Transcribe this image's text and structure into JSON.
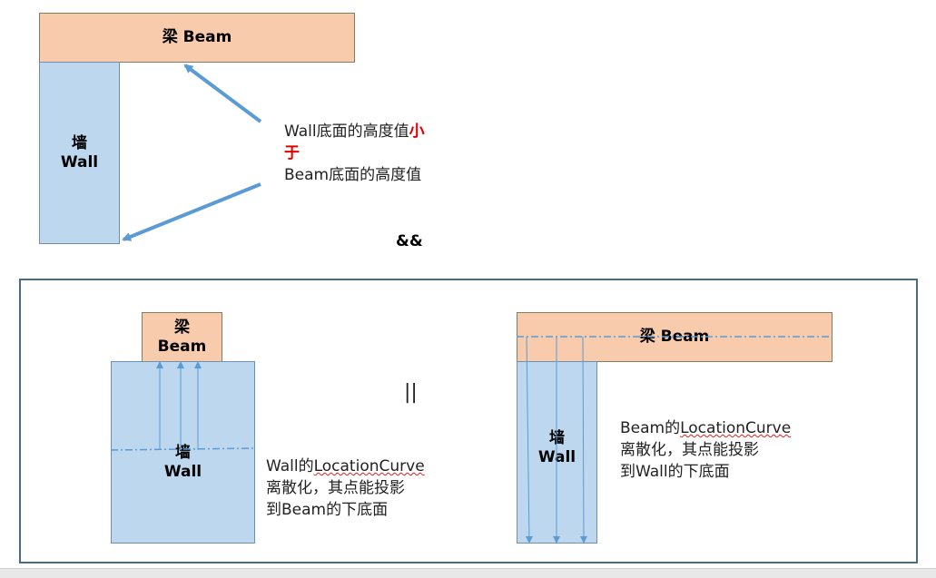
{
  "top_diagram": {
    "beam_label": "梁 Beam",
    "wall_label_cn": "墙",
    "wall_label_en": "Wall",
    "note_line1_prefix": "Wall底面的高度值",
    "note_line1_emph": "小",
    "note_line2": "于",
    "note_line3": "Beam底面的高度值"
  },
  "connector": "&&",
  "or_symbol": "||",
  "left_case": {
    "beam_label_cn": "梁",
    "beam_label_en": "Beam",
    "wall_label_cn": "墙",
    "wall_label_en": "Wall",
    "note_line1_prefix": "Wall的",
    "note_line1_term": "LocationCurve",
    "note_line2": "离散化，其点能投影",
    "note_line3": "到Beam的下底面"
  },
  "right_case": {
    "beam_label": "梁 Beam",
    "wall_label_cn": "墙",
    "wall_label_en": "Wall",
    "note_line1_prefix": "Beam的",
    "note_line1_term": "LocationCurve",
    "note_line2": "离散化，其点能投影",
    "note_line3": "到Wall的下底面"
  },
  "colors": {
    "beam_fill": "#f8cbad",
    "wall_fill": "#bdd7ee",
    "arrow": "#5b9bd5",
    "frame": "#4a6a8a",
    "emphasis": "#e00000"
  }
}
